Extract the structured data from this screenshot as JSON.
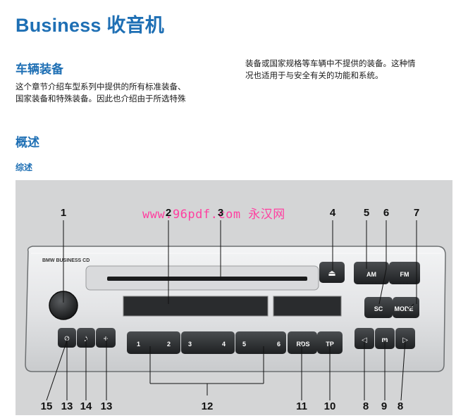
{
  "page": {
    "title": "Business 收音机",
    "section_vehicle": {
      "heading": "车辆装备",
      "col1_line1": "这个章节介绍车型系列中提供的所有标准装备、",
      "col1_line2": "国家装备和特殊装备。因此也介绍由于所选特殊",
      "col2_line1": "装备或国家规格等车辆中不提供的装备。这种情",
      "col2_line2": "况也适用于与安全有关的功能和系统。"
    },
    "section_overview": {
      "heading": "概述",
      "subheading": "综述"
    },
    "watermark": "www.96pdf.com 永汉网"
  },
  "radio": {
    "brand_label": "BMW BUSINESS CD",
    "eject_symbol": "⏏",
    "buttons": {
      "am": "AM",
      "fm": "FM",
      "sc": "SC",
      "mode": "MODE",
      "rds": "RDS",
      "tp": "TP",
      "m": "m",
      "plus": "+",
      "note": "♪",
      "clock": "⊘",
      "left": "◁",
      "right": "▷",
      "preset1": "1",
      "preset2": "2",
      "preset3": "3",
      "preset4": "4",
      "preset5": "5",
      "preset6": "6"
    }
  },
  "callouts": {
    "n1": "1",
    "n2": "2",
    "n3": "3",
    "n4": "4",
    "n5": "5",
    "n6": "6",
    "n7": "7",
    "n8a": "8",
    "n9": "9",
    "n8b": "8",
    "n10": "10",
    "n11": "11",
    "n12": "12",
    "n13a": "13",
    "n14": "14",
    "n13b": "13",
    "n15": "15"
  }
}
